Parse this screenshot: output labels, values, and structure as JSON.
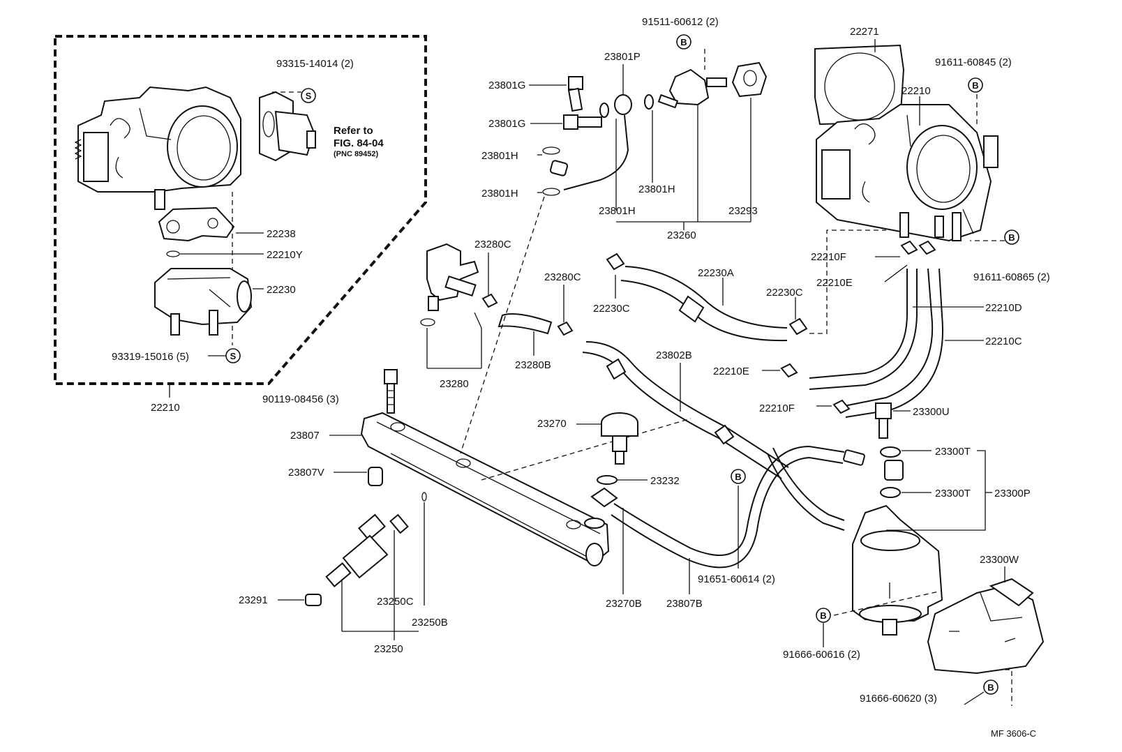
{
  "labels": {
    "p22210_top": "22210",
    "p93315": "93315-14014 (2)",
    "refer_to": "Refer to",
    "fig": "FIG. 84-04",
    "pnc": "(PNC 89452)",
    "p22238": "22238",
    "p22210Y": "22210Y",
    "p22230": "22230",
    "p93319": "93319-15016 (5)",
    "p90119": "90119-08456 (3)",
    "p23807": "23807",
    "p23807V": "23807V",
    "p23291": "23291",
    "p23250C": "23250C",
    "p23250B": "23250B",
    "p23250": "23250",
    "p23280": "23280",
    "p23280C_a": "23280C",
    "p23280C_b": "23280C",
    "p23280B": "23280B",
    "p23801G_a": "23801G",
    "p23801G_b": "23801G",
    "p23801H_a": "23801H",
    "p23801H_b": "23801H",
    "p23801H_c": "23801H",
    "p23801H_d": "23801H",
    "p23801P": "23801P",
    "p91511": "91511-60612 (2)",
    "p23293": "23293",
    "p23260": "23260",
    "p22230C_a": "22230C",
    "p22230A": "22230A",
    "p22230C_b": "22230C",
    "p23802B": "23802B",
    "p23270": "23270",
    "p23232": "23232",
    "p23270B": "23270B",
    "p23807B": "23807B",
    "p91651": "91651-60614 (2)",
    "p22271": "22271",
    "p22210_right": "22210",
    "p91611_a": "91611-60845 (2)",
    "p91611_b": "91611-60865 (2)",
    "p22210F_a": "22210F",
    "p22210E_a": "22210E",
    "p22210D": "22210D",
    "p22210C": "22210C",
    "p22210E_b": "22210E",
    "p22210F_b": "22210F",
    "p23300U": "23300U",
    "p23300T_a": "23300T",
    "p23300T_b": "23300T",
    "p23300P": "23300P",
    "p23300W": "23300W",
    "p91666_a": "91666-60616 (2)",
    "p91666_b": "91666-60620 (3)",
    "footer": "MF 3606-C"
  },
  "symbols": {
    "s": "S",
    "b": "B"
  }
}
